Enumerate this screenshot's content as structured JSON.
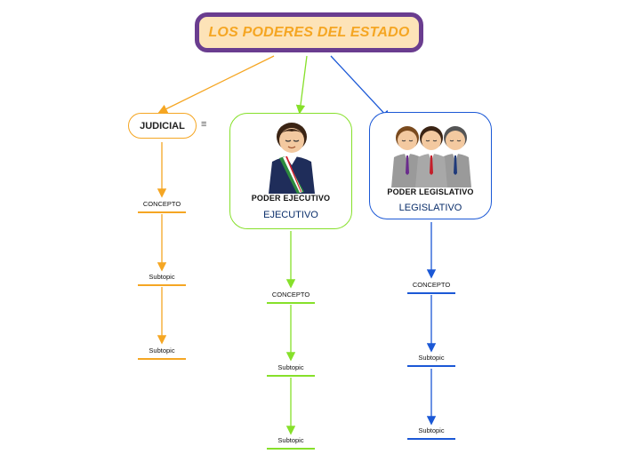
{
  "root": {
    "title": "LOS PODERES DEL ESTADO"
  },
  "branches": {
    "judicial": {
      "title": "JUDICIAL",
      "concept": "CONCEPTO",
      "sub1": "Subtopic",
      "sub2": "Subtopic",
      "color": "#f5a623"
    },
    "ejecutivo": {
      "title": "EJECUTIVO",
      "image_caption": "PODER EJECUTIVO",
      "concept": "CONCEPTO",
      "sub1": "Subtopic",
      "sub2": "Subtopic",
      "color": "#86e02a"
    },
    "legislativo": {
      "title": "LEGISLATIVO",
      "image_caption": "PODER LEGISLATIVO",
      "concept": "CONCEPTO",
      "sub1": "Subtopic",
      "sub2": "Subtopic",
      "color": "#1b58d6"
    }
  },
  "colors": {
    "root_border": "#6a3d8f",
    "root_fill": "#fde3b8",
    "root_text": "#f5a623"
  }
}
